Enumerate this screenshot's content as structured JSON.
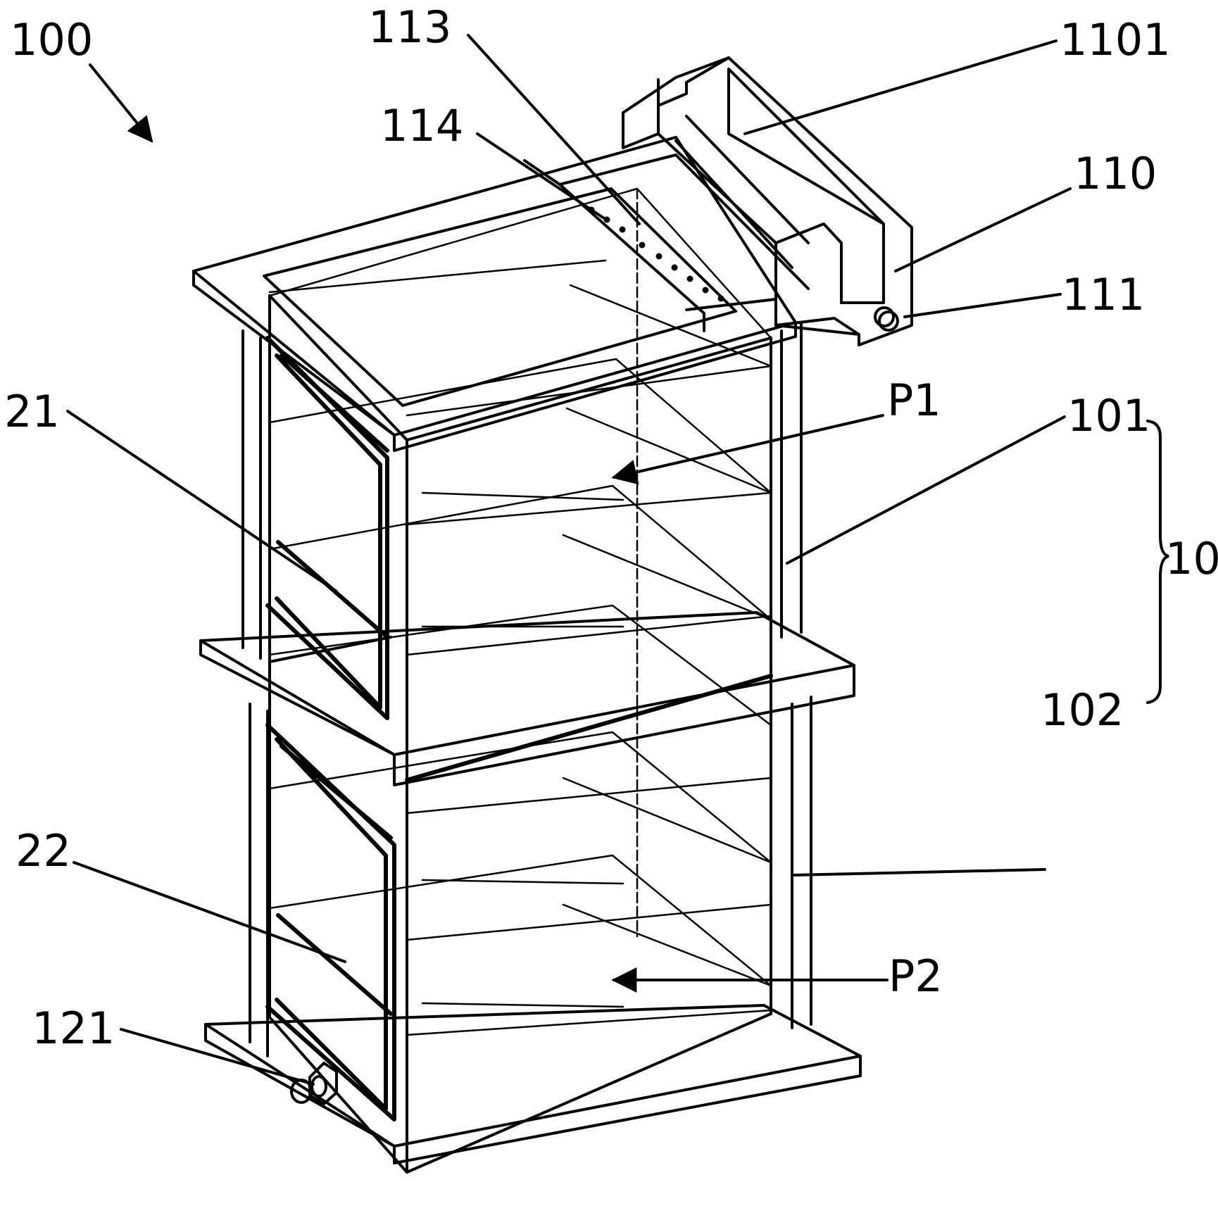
{
  "labels": {
    "assembly": "100",
    "l113": "113",
    "l1101": "1101",
    "l114": "114",
    "l110": "110",
    "l111": "111",
    "l21": "21",
    "p1": "P1",
    "l101": "101",
    "l10": "10",
    "l102": "102",
    "l22": "22",
    "p2": "P2",
    "l121": "121"
  }
}
